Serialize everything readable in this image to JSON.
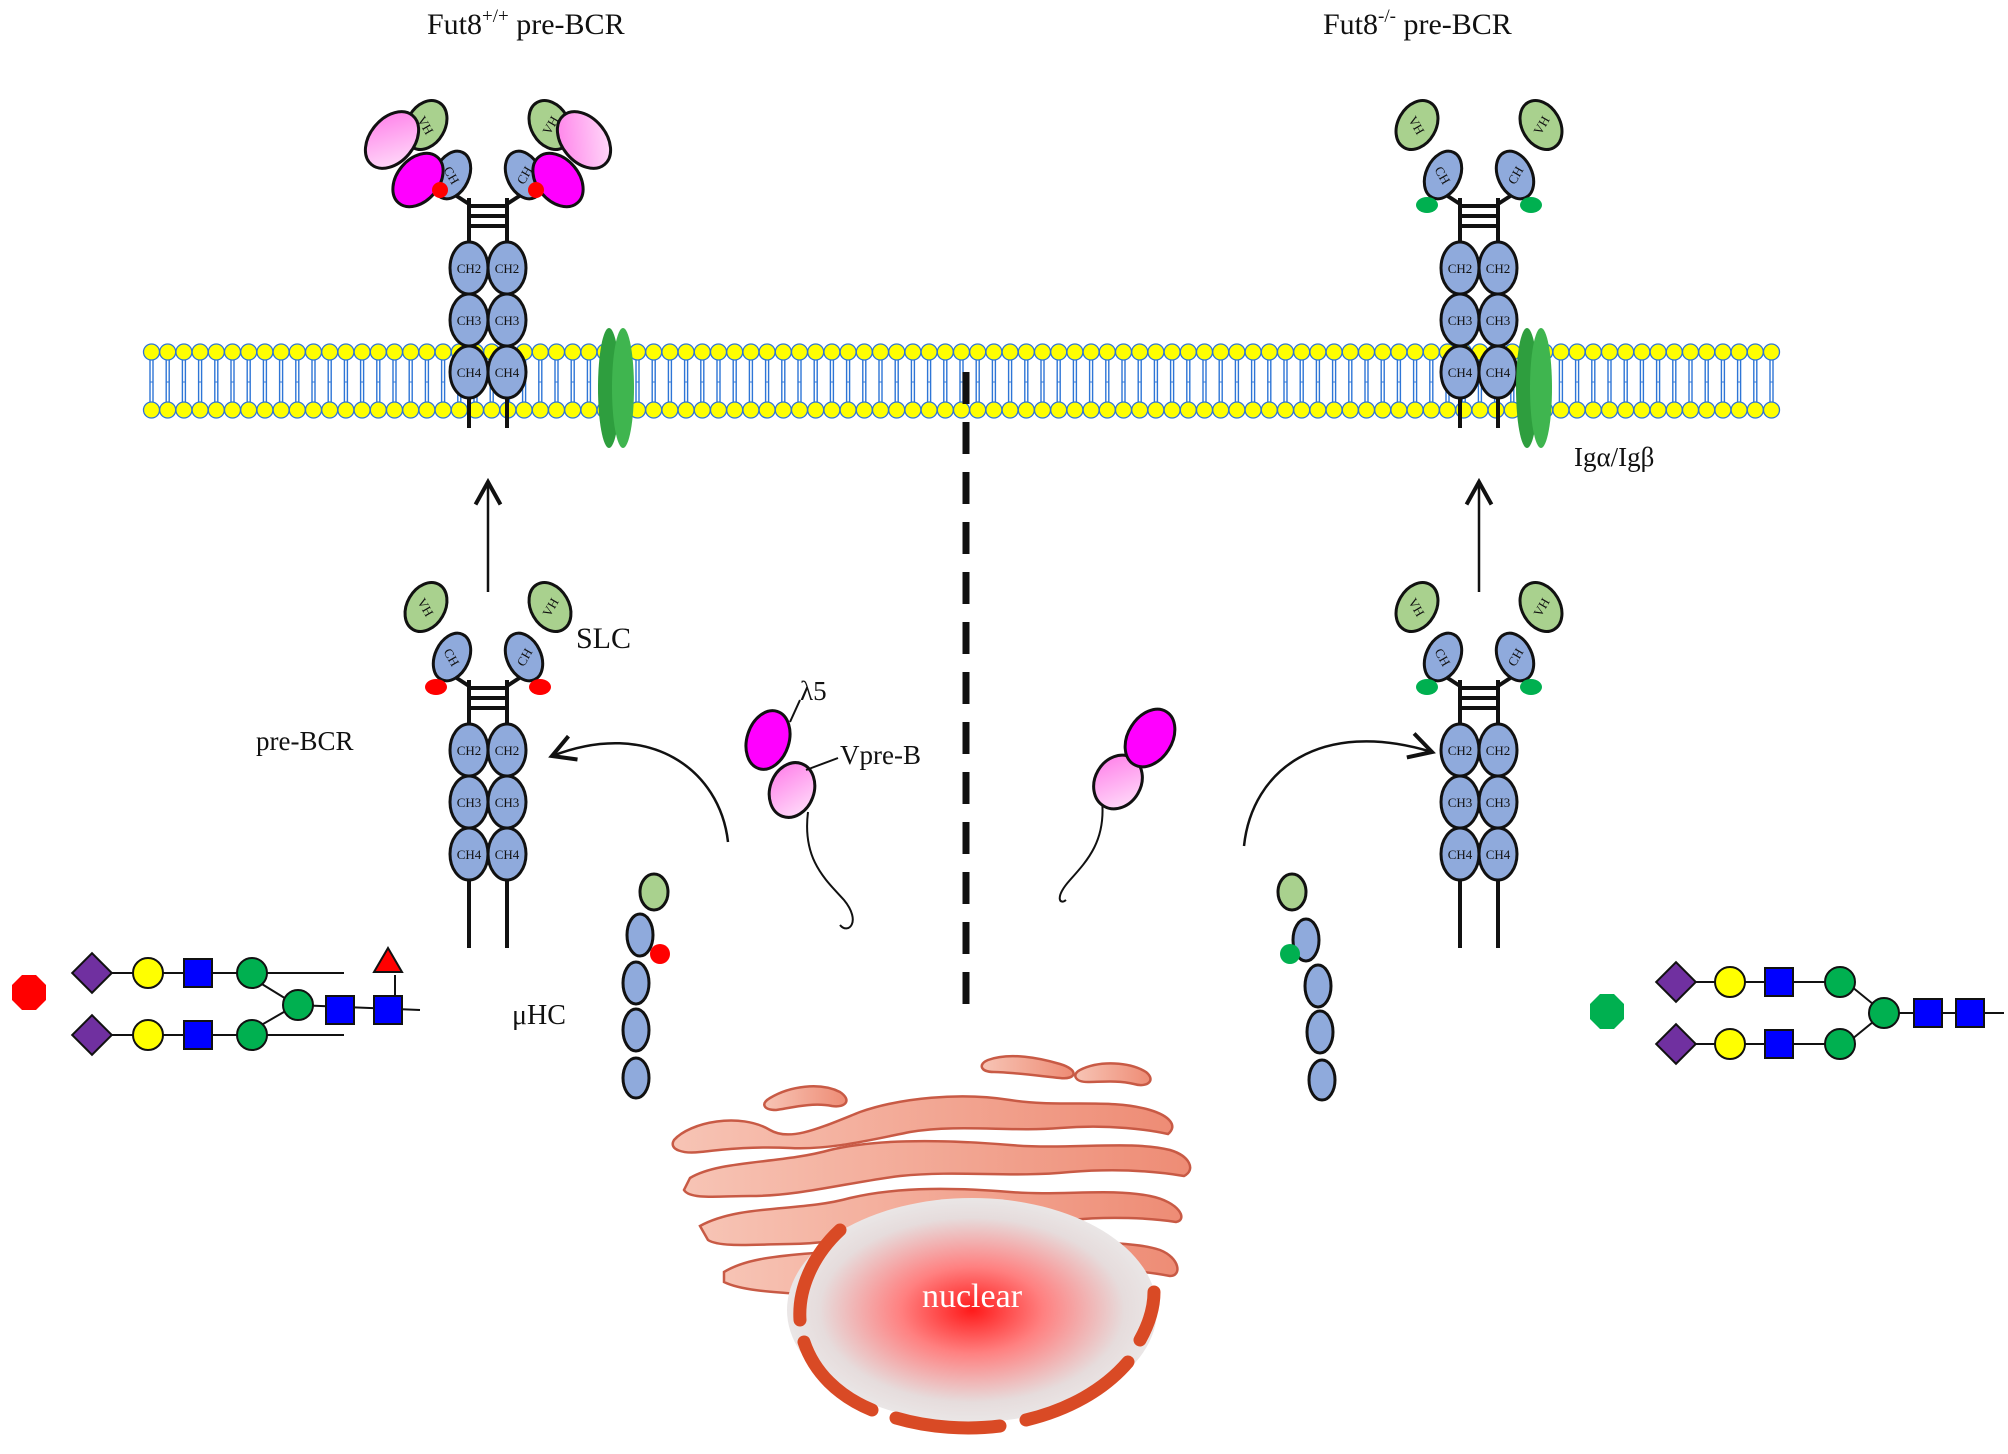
{
  "titles": {
    "left_main": "Fut8",
    "left_sup": "+/+",
    "left_rest": " pre-BCR",
    "right_main": "Fut8",
    "right_sup": "-/-",
    "right_rest": " pre-BCR"
  },
  "labels": {
    "slc": "SLC",
    "pre_bcr": "pre-BCR",
    "lambda5": "λ5",
    "vpreb": "Vpre-B",
    "muhc": "μHC",
    "ig_alpha_beta": "Igα/Igβ",
    "nucleus": "nuclear"
  },
  "domains": {
    "vh": "VH",
    "ch": "CH",
    "ch2": "CH2",
    "ch3": "CH3",
    "ch4": "CH4"
  },
  "colors": {
    "vh_green": "#a9d18e",
    "ch_blue": "#8faadc",
    "magenta": "#ff00ff",
    "pink_light": "#ff99ee",
    "core_fucose_red": "#ff0000",
    "no_fucose_green": "#00b050",
    "membrane_yellow": "#ffff00",
    "membrane_blue": "#2e75d6",
    "ig_green": "#2e9e3e",
    "golgi": "#f08c78",
    "nucleus_red": "#ff2020",
    "glycan_purple": "#7030a0",
    "glycan_yellow": "#ffff00",
    "glycan_blue": "#0000ff",
    "glycan_green": "#00b050"
  }
}
